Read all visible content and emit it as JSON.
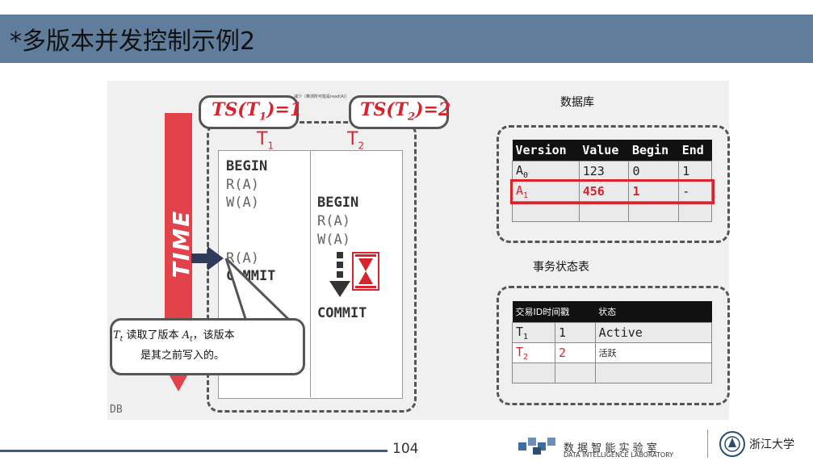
{
  "slide": {
    "title": "*多版本并发控制示例2",
    "page_number": "104"
  },
  "diagram": {
    "time_label": "TIME",
    "db_label": "DB",
    "tiny_note": "减少（推测所可能是read(A)）",
    "t1": {
      "ts_label": "TS(T1)=1",
      "name": "T",
      "sub": "1",
      "ops": [
        "BEGIN",
        "R(A)",
        "W(A)",
        "R(A)",
        "COMMIT"
      ]
    },
    "t2": {
      "ts_label": "TS(T2)=2",
      "name": "T",
      "sub": "2",
      "ops": [
        "BEGIN",
        "R(A)",
        "W(A)",
        "COMMIT"
      ]
    },
    "callout": {
      "line1": "读取了版本",
      "line1_suffix": "，该版本",
      "line2": "是其之前写入的。"
    }
  },
  "database": {
    "title": "数据库",
    "columns": [
      "Version",
      "Value",
      "Begin",
      "End"
    ],
    "rows": [
      {
        "version": "A",
        "sub": "0",
        "value": "123",
        "begin": "0",
        "end": "1"
      },
      {
        "version": "A",
        "sub": "1",
        "value": "456",
        "begin": "1",
        "end": "-"
      }
    ]
  },
  "txn_table": {
    "title": "事务状态表",
    "columns": [
      "交易ID时间戳",
      "状态"
    ],
    "rows": [
      {
        "txn": "T",
        "sub": "1",
        "ts": "1",
        "status": "Active"
      },
      {
        "txn": "T",
        "sub": "2",
        "ts": "2",
        "status": "活跃"
      }
    ]
  },
  "footer": {
    "lab_name": "数 据 智 能 实 验 室",
    "lab_name_en": "DATA INTELLIGENCE LABORATORY",
    "university": "浙江大学"
  },
  "colors": {
    "accent_red": "#d9232d",
    "title_bar": "#607d9b",
    "arrow_navy": "#2f3b5c"
  }
}
